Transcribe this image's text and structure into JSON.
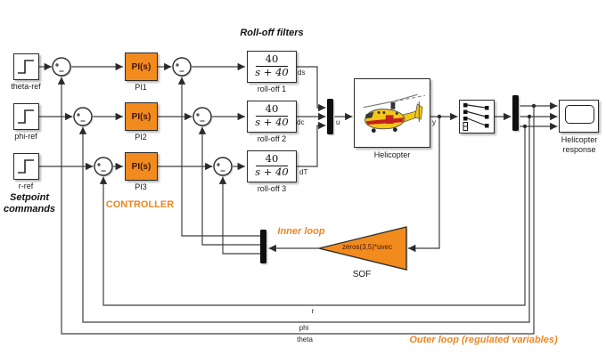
{
  "annotations": {
    "rolloff_title": "Roll-off filters",
    "setpoint_line1": "Setpoint",
    "setpoint_line2": "commands",
    "controller": "CONTROLLER",
    "inner_loop": "Inner loop",
    "outer_loop": "Outer loop (regulated variables)"
  },
  "blocks": {
    "steps": [
      {
        "label": "theta-ref"
      },
      {
        "label": "phi-ref"
      },
      {
        "label": "r-ref"
      }
    ],
    "pi": {
      "text": "PI(s)",
      "labels": [
        "PI1",
        "PI2",
        "PI3"
      ]
    },
    "rolloff": {
      "numerator": "40",
      "denominator": "s + 40",
      "labels": [
        "roll-off 1",
        "roll-off 2",
        "roll-off 3"
      ]
    },
    "helicopter": {
      "label": "Helicopter"
    },
    "sof": {
      "text": "zeros(3,5)*uvec",
      "label": "SOF"
    },
    "scope": {
      "label_line1": "Helicopter",
      "label_line2": "response"
    }
  },
  "signals": {
    "ds": "ds",
    "dc": "dc",
    "dT": "dT",
    "u": "u",
    "y": "y",
    "r": "r",
    "phi": "phi",
    "theta": "theta"
  },
  "colors": {
    "block_orange": "#F28B1E",
    "annotation_orange": "#ED8722",
    "line": "#3f3f3f",
    "block_border": "#2b2b2b"
  }
}
